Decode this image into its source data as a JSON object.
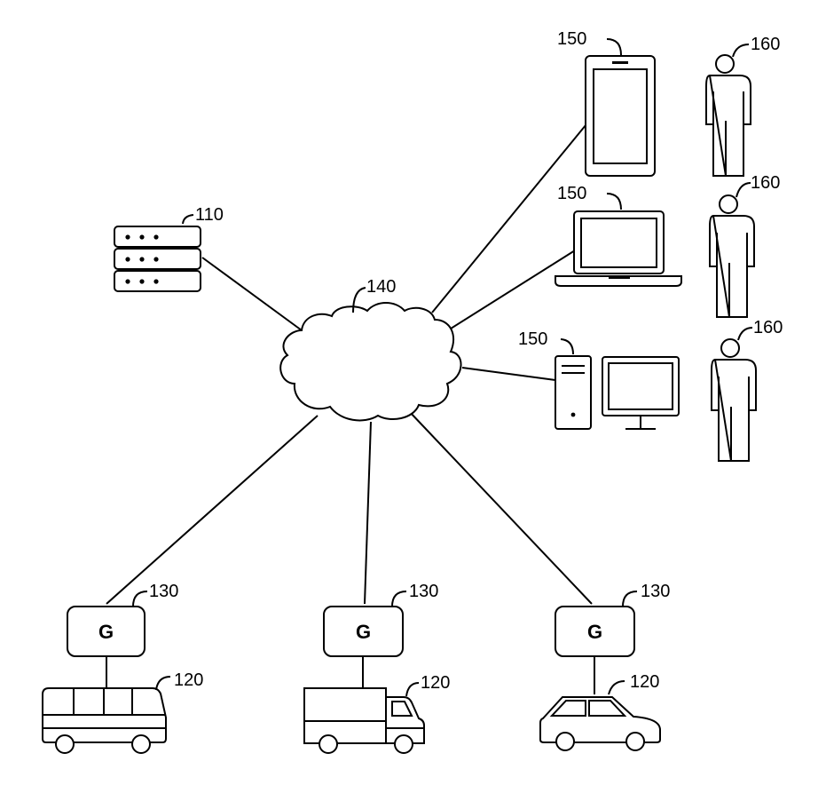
{
  "labels": {
    "server": "110",
    "cloud": "140",
    "gateway": "130",
    "vehicle": "120",
    "device": "150",
    "user": "160"
  },
  "gateway_letter": "G",
  "colors": {
    "stroke": "#000000",
    "background": "#ffffff"
  }
}
